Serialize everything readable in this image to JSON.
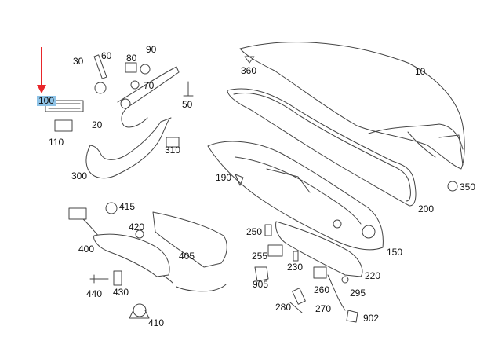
{
  "parts": [
    {
      "id": "p10",
      "label": "10"
    },
    {
      "id": "p20",
      "label": "20"
    },
    {
      "id": "p30",
      "label": "30"
    },
    {
      "id": "p50",
      "label": "50"
    },
    {
      "id": "p60",
      "label": "60"
    },
    {
      "id": "p70",
      "label": "70"
    },
    {
      "id": "p80",
      "label": "80"
    },
    {
      "id": "p90",
      "label": "90"
    },
    {
      "id": "p100",
      "label": "100",
      "highlighted": true
    },
    {
      "id": "p110",
      "label": "110"
    },
    {
      "id": "p150",
      "label": "150"
    },
    {
      "id": "p190",
      "label": "190"
    },
    {
      "id": "p200",
      "label": "200"
    },
    {
      "id": "p220",
      "label": "220"
    },
    {
      "id": "p230",
      "label": "230"
    },
    {
      "id": "p250",
      "label": "250"
    },
    {
      "id": "p255",
      "label": "255"
    },
    {
      "id": "p260",
      "label": "260"
    },
    {
      "id": "p270",
      "label": "270"
    },
    {
      "id": "p280",
      "label": "280"
    },
    {
      "id": "p295",
      "label": "295"
    },
    {
      "id": "p300",
      "label": "300"
    },
    {
      "id": "p310",
      "label": "310"
    },
    {
      "id": "p350",
      "label": "350"
    },
    {
      "id": "p360",
      "label": "360"
    },
    {
      "id": "p400",
      "label": "400"
    },
    {
      "id": "p405",
      "label": "405"
    },
    {
      "id": "p410",
      "label": "410"
    },
    {
      "id": "p415",
      "label": "415"
    },
    {
      "id": "p420",
      "label": "420"
    },
    {
      "id": "p430",
      "label": "430"
    },
    {
      "id": "p440",
      "label": "440"
    },
    {
      "id": "p902",
      "label": "902"
    },
    {
      "id": "p905",
      "label": "905"
    }
  ],
  "colors": {
    "line": "#444444",
    "highlight": "#8fc4e8",
    "arrow": "#e8262a"
  }
}
